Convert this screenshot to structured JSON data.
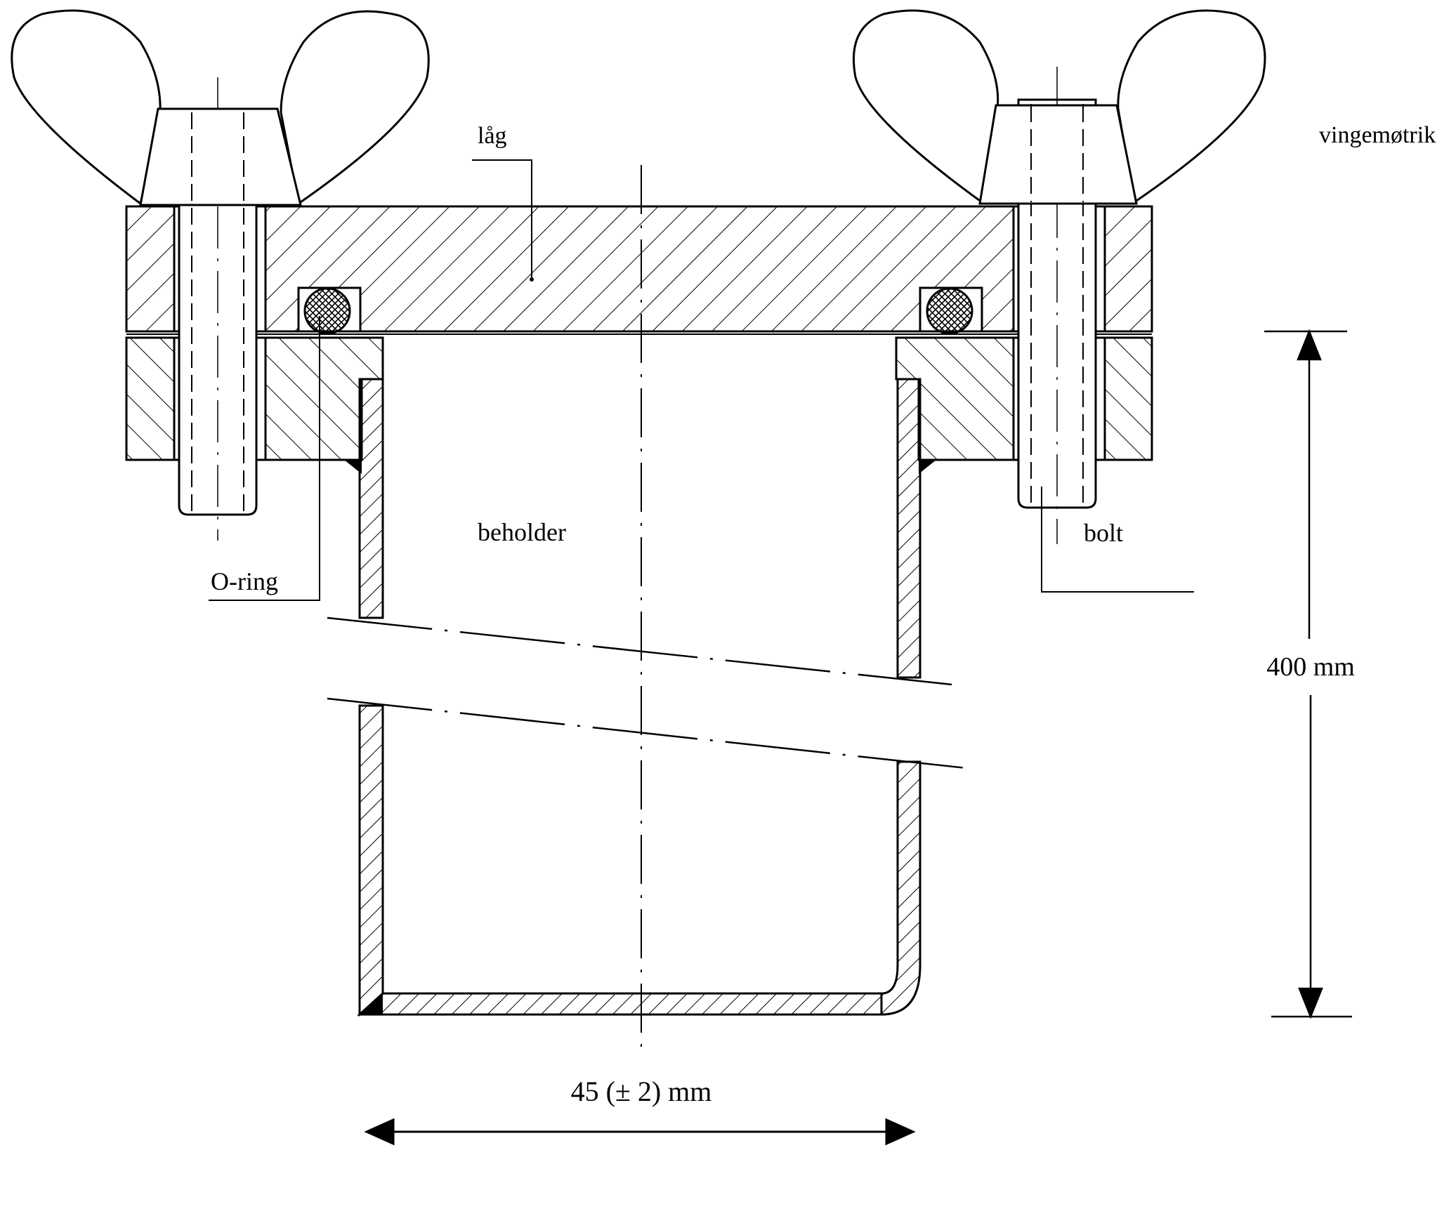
{
  "labels": {
    "lid": "låg",
    "wing_nut": "vingemøtrik",
    "container": "beholder",
    "bolt": "bolt",
    "o_ring": "O-ring"
  },
  "dimensions": {
    "height": "400 mm",
    "width": "45 (± 2) mm"
  }
}
